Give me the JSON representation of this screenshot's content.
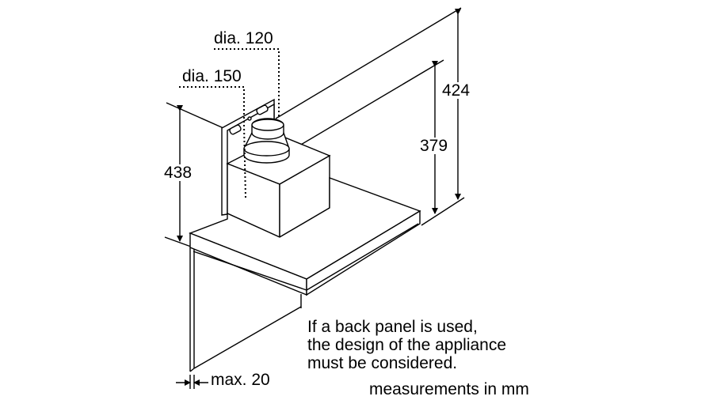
{
  "labels": {
    "dia_120": "dia. 120",
    "dia_150": "dia. 150",
    "height_424": "424",
    "height_379": "379",
    "height_438": "438",
    "max_20": "max. 20"
  },
  "note": {
    "line1": "If a back panel is used,",
    "line2": "the design of the appliance",
    "line3": "must be considered."
  },
  "units": "measurements in mm"
}
